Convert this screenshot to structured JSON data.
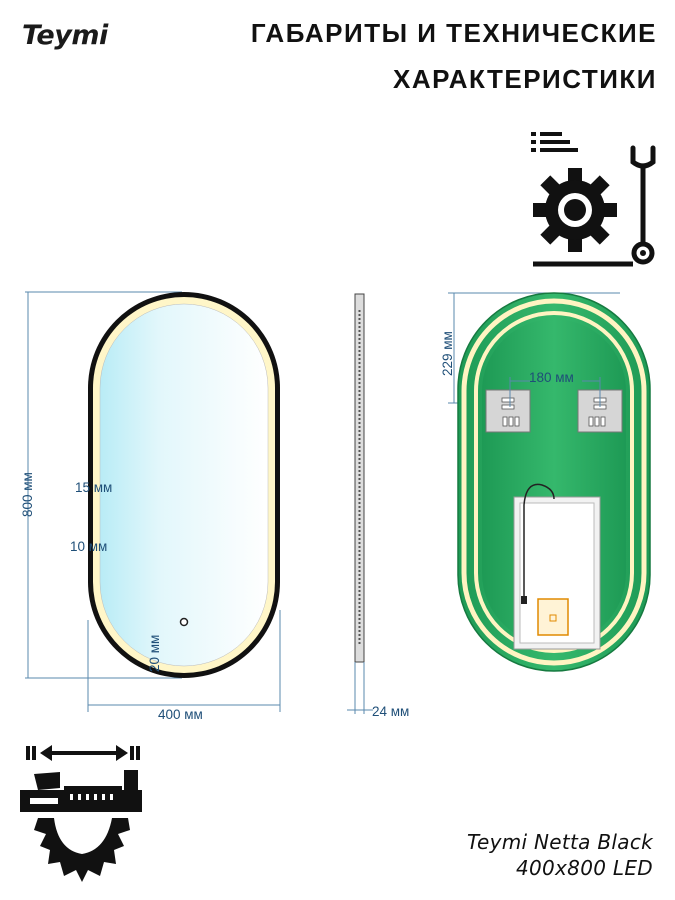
{
  "brand": "Teymi",
  "title": {
    "line1": "ГАБАРИТЫ И ТЕХНИЧЕСКИЕ",
    "line2": "ХАРАКТЕРИСТИКИ"
  },
  "dimensions": {
    "height": "800 мм",
    "width": "400 мм",
    "frame_outer": "15 мм",
    "frame_inner": "10 мм",
    "sensor_offset": "20 мм",
    "depth": "24 мм",
    "mount_top": "229 мм",
    "mount_spacing": "180 мм"
  },
  "product": {
    "line1": "Teymi Netta Black",
    "line2": "400x800 LED"
  },
  "icons": {
    "top": "settings-wrench-icon",
    "bottom": "caliper-gear-icon"
  },
  "colors": {
    "dimension": "#2d6f9e",
    "frame": "#111111",
    "led_glow": "#fff6c8",
    "back_green": "#22a25a"
  }
}
